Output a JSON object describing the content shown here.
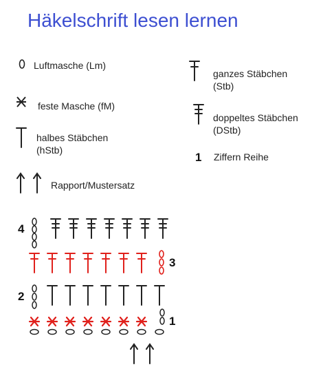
{
  "title": "Häkelschrift lesen lernen",
  "legend": {
    "lm": "Luftmasche (Lm)",
    "fm": "feste Masche (fM)",
    "hstb_1": "halbes Stäbchen",
    "hstb_2": "(hStb)",
    "rapport": "Rapport/Mustersatz",
    "stb_1": "ganzes Stäbchen",
    "stb_2": "(Stb)",
    "dstb_1": "doppeltes Stäbchen",
    "dstb_2": "(DStb)",
    "reihe_num": "1",
    "reihe": "Ziffern Reihe"
  },
  "rows": {
    "r1": "1",
    "r2": "2",
    "r3": "3",
    "r4": "4"
  },
  "colors": {
    "title": "#3d4fd1",
    "black": "#222222",
    "red": "#e0201b"
  },
  "icons": [
    "chain-icon",
    "single-crochet-icon",
    "half-double-icon",
    "repeat-arrows-icon",
    "double-crochet-icon",
    "treble-crochet-icon"
  ]
}
